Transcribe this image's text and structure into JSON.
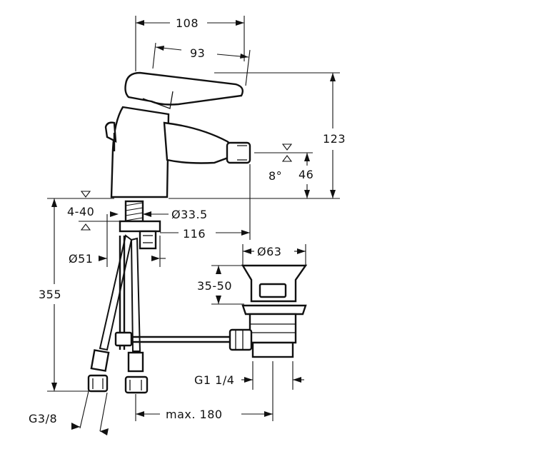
{
  "dimensions": {
    "width_108": "108",
    "width_93": "93",
    "height_123": "123",
    "height_46": "46",
    "angle_8": "8°",
    "deck_4_40": "4-40",
    "dia_33_5": "Ø33.5",
    "reach_116": "116",
    "dia_51": "Ø51",
    "dia_63": "Ø63",
    "range_35_50": "35-50",
    "height_355": "355",
    "thread_g1_1_4": "G1 1/4",
    "max_180": "max. 180",
    "thread_g3_8": "G3/8"
  }
}
